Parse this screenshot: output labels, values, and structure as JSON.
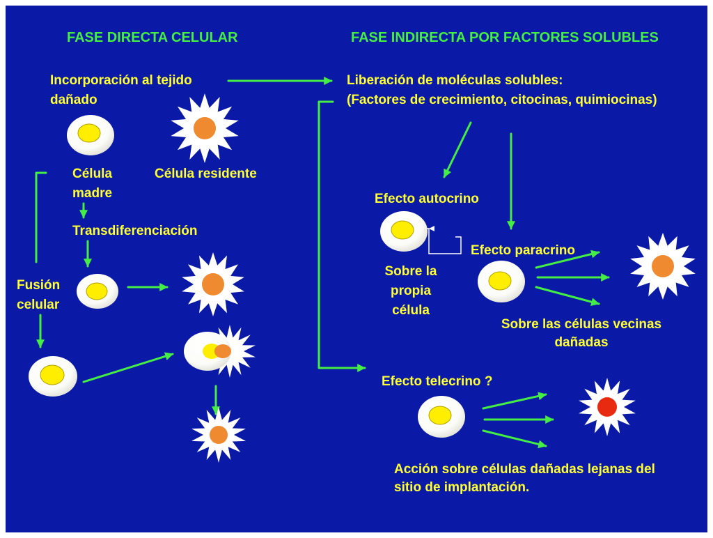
{
  "headings": {
    "direct": "FASE DIRECTA CELULAR",
    "indirect": "FASE INDIRECTA POR FACTORES SOLUBLES"
  },
  "direct": {
    "incorporation": [
      "Incorporación al tejido",
      "dañado"
    ],
    "stem_cell": [
      "Célula",
      "madre"
    ],
    "resident_cell": "Célula residente",
    "transdifferentiation": "Transdiferenciación",
    "fusion": [
      "Fusión",
      "celular"
    ]
  },
  "indirect": {
    "release": [
      "Liberación de moléculas solubles:",
      "(Factores de crecimiento, citocinas, quimiocinas)"
    ],
    "autocrine": "Efecto autocrino",
    "own_cell": [
      "Sobre la",
      "propia",
      "célula"
    ],
    "paracrine": "Efecto  paracrino",
    "neighbor_cells": [
      "Sobre las células vecinas",
      "dañadas"
    ],
    "telecrine": "Efecto telecrino  ?",
    "distant": [
      "Acción  sobre  células  dañadas  lejanas  del",
      "sitio de implantación."
    ]
  },
  "colors": {
    "background": "#0a1aa6",
    "heading_text": "#44ee44",
    "label_text": "#ffff33",
    "arrow": "#44ee44",
    "nucleus_stem": "#ffee00",
    "nucleus_resident": "#f08a30",
    "nucleus_damaged": "#e82a10"
  }
}
